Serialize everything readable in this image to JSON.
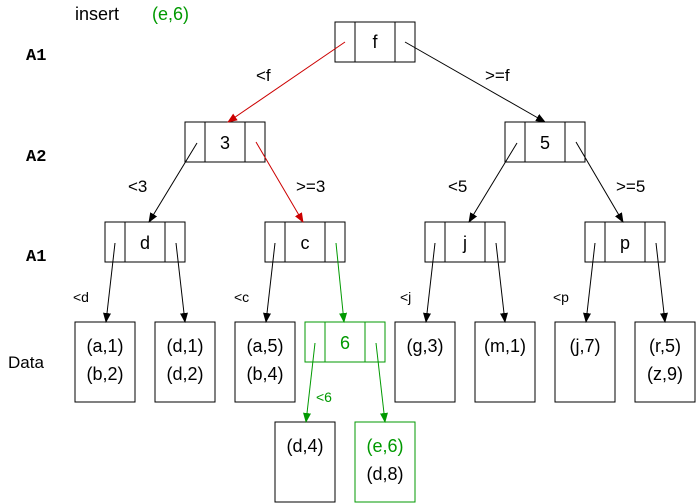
{
  "title": {
    "prefix": "insert",
    "item": "(e,6)"
  },
  "colors": {
    "black": "#000000",
    "red": "#cc0000",
    "green": "#009900"
  },
  "level_labels": [
    "A1",
    "A2",
    "A1",
    "Data"
  ],
  "nodes": {
    "root": {
      "key": "f",
      "left_label": "<f",
      "right_label": ">=f"
    },
    "a2_left": {
      "key": "3",
      "left_label": "<3",
      "right_label": ">=3"
    },
    "a2_right": {
      "key": "5",
      "left_label": "<5",
      "right_label": ">=5"
    },
    "a1_d": {
      "key": "d",
      "left_label": "<d"
    },
    "a1_c": {
      "key": "c",
      "left_label": "<c"
    },
    "a1_j": {
      "key": "j",
      "left_label": "<j"
    },
    "a1_p": {
      "key": "p",
      "left_label": "<p"
    },
    "new_node": {
      "key": "6",
      "left_label": "<6"
    }
  },
  "data_pages": [
    {
      "lines": [
        "(a,1)",
        "(b,2)"
      ]
    },
    {
      "lines": [
        "(d,1)",
        "(d,2)"
      ]
    },
    {
      "lines": [
        "(a,5)",
        "(b,4)"
      ]
    },
    {
      "lines": [
        "(g,3)"
      ]
    },
    {
      "lines": [
        "(m,1)"
      ]
    },
    {
      "lines": [
        "(j,7)"
      ]
    },
    {
      "lines": [
        "(r,5)",
        "(z,9)"
      ]
    }
  ],
  "split_pages": [
    {
      "lines": [
        "(d,4)"
      ]
    },
    {
      "lines": [
        "(e,6)",
        "(d,8)"
      ]
    }
  ]
}
